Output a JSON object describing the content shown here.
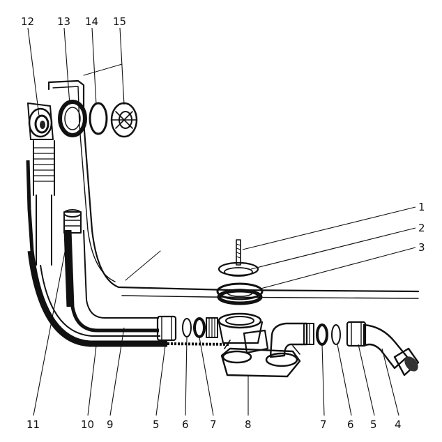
{
  "diagram": {
    "callouts": {
      "c1": "1",
      "c2": "2",
      "c3": "3",
      "c4": "4",
      "c5_right": "5",
      "c6_right": "6",
      "c7_right": "7",
      "c8": "8",
      "c7_left": "7",
      "c6_left": "6",
      "c5_left": "5",
      "c9": "9",
      "c10": "10",
      "c11": "11",
      "c12": "12",
      "c13": "13",
      "c14": "14",
      "c15": "15"
    }
  }
}
